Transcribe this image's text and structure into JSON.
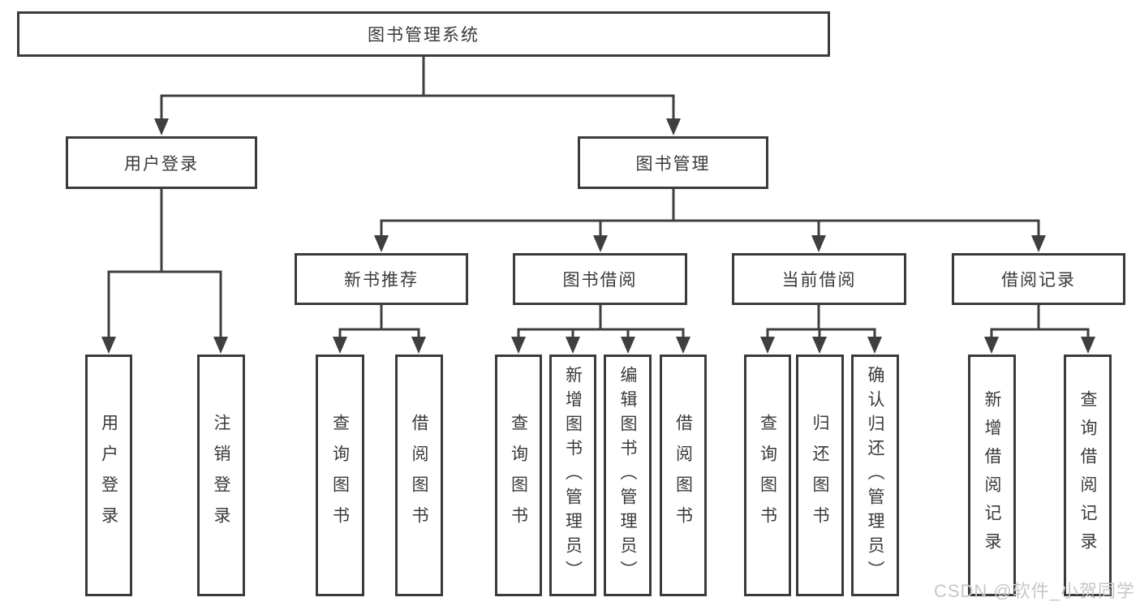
{
  "diagram": {
    "root_label": "图书管理系统",
    "level2": [
      "用户登录",
      "图书管理"
    ],
    "level3": [
      "新书推荐",
      "图书借阅",
      "当前借阅",
      "借阅记录"
    ],
    "leaves_login": [
      "用户登录",
      "注销登录"
    ],
    "leaves_recommend": [
      "查询图书",
      "借阅图书"
    ],
    "leaves_borrow": [
      "查询图书",
      "新增图书（管理员）",
      "编辑图书（管理员）",
      "借阅图书"
    ],
    "leaves_current": [
      "查询图书",
      "归还图书",
      "确认归还（管理员）"
    ],
    "leaves_records": [
      "新增借阅记录",
      "查询借阅记录"
    ]
  },
  "watermark": "CSDN @软件_小贺同学",
  "colors": {
    "line": "#3f3f3f",
    "border": "#3b3b3b",
    "text": "#3a3a3a",
    "background": "#ffffff",
    "watermark": "#c7c7c7"
  }
}
